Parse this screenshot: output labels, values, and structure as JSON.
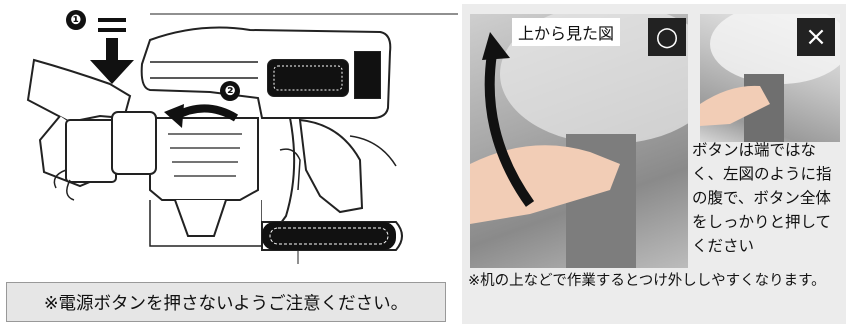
{
  "left_panel": {
    "step1_label": "❶",
    "step1_equals": "=",
    "step2_label": "❷",
    "warning": "※電源ボタンを押さないようご注意ください。"
  },
  "right_panel": {
    "top_caption": "上から見た図",
    "ok_mark": "○",
    "ng_mark": "×",
    "explanation": "ボタンは端ではなく、左図のように指の腹で、ボタン全体をしっかりと押してください",
    "note": "※机の上などで作業するとつけ外ししやすくなります。"
  },
  "colors": {
    "panel_background": "#ececec",
    "warning_background": "#e6e6e6",
    "badge": "#222222",
    "hatch": "#111111"
  },
  "icons": [
    "down-arrow-icon",
    "rotate-arrow-icon",
    "circle-ok-icon",
    "cross-ng-icon"
  ]
}
